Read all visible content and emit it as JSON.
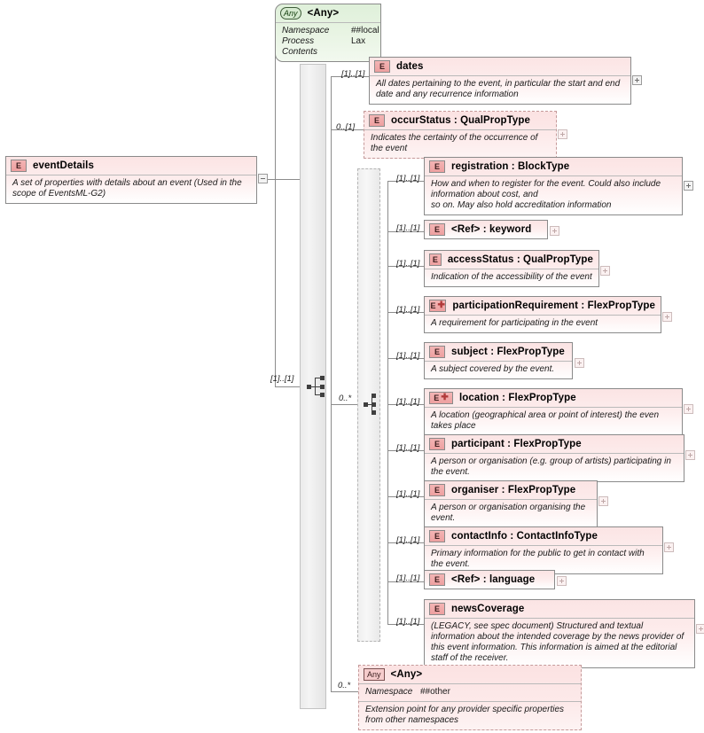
{
  "diagram": {
    "kind": "xml-schema-diagram",
    "root": {
      "badge": "E",
      "name": "eventDetails",
      "annotation": "A set of properties with details about an event (Used in the scope of EventsML-G2)"
    },
    "top_any": {
      "badge": "Any",
      "title": "<Any>",
      "rows": [
        {
          "key": "Namespace",
          "value": "##local"
        },
        {
          "key": "Process Contents",
          "value": "Lax"
        }
      ]
    },
    "sequence_children": [
      {
        "cardinality": "[1]..[1]",
        "badge": "E",
        "name": "dates",
        "annotation": "All dates pertaining to the event, in particular the start and end date and any recurrence information",
        "expander": "plus"
      },
      {
        "cardinality": "0..[1]",
        "badge": "E",
        "name": "occurStatus  :  QualPropType",
        "annotation": "Indicates the certainty of the occurrence of the event",
        "expander": "plus"
      }
    ],
    "choice": {
      "cardinality": "0..*",
      "children": [
        {
          "cardinality": "[1]..[1]",
          "badge": "E",
          "name": "registration  :  BlockType",
          "annotation": "How and when to register for the event. Could also include information about cost, and\nso on. May also hold accreditation information",
          "expander": "plus"
        },
        {
          "cardinality": "[1]..[1]",
          "badge": "E",
          "name": "<Ref>       :  keyword",
          "annotation": "",
          "expander": "plus"
        },
        {
          "cardinality": "[1]..[1]",
          "badge": "E",
          "name": "accessStatus  :  QualPropType",
          "annotation": "Indication of the accessibility of the event",
          "expander": "plus"
        },
        {
          "cardinality": "[1]..[1]",
          "badge": "E+",
          "name": "participationRequirement  :  FlexPropType",
          "annotation": "A requirement for participating in the event",
          "expander": "plus"
        },
        {
          "cardinality": "[1]..[1]",
          "badge": "E",
          "name": "subject     :  FlexPropType",
          "annotation": "A subject covered by the event.",
          "expander": "plus"
        },
        {
          "cardinality": "[1]..[1]",
          "badge": "E+",
          "name": "location   :  FlexPropType",
          "annotation": "A location (geographical area or point of interest) the even takes place",
          "expander": "plus"
        },
        {
          "cardinality": "[1]..[1]",
          "badge": "E",
          "name": "participant  :  FlexPropType",
          "annotation": "A person or organisation (e.g. group of artists) participating in the event.",
          "expander": "plus"
        },
        {
          "cardinality": "[1]..[1]",
          "badge": "E",
          "name": "organiser  :  FlexPropType",
          "annotation": "A person or organisation organising the event.",
          "expander": "plus"
        },
        {
          "cardinality": "[1]..[1]",
          "badge": "E",
          "name": "contactInfo  :  ContactInfoType",
          "annotation": "Primary information for the public to get in contact with the event.",
          "expander": "plus"
        },
        {
          "cardinality": "[1]..[1]",
          "badge": "E",
          "name": "<Ref>      :  language",
          "annotation": "",
          "expander": "plus"
        },
        {
          "cardinality": "[1]..[1]",
          "badge": "E",
          "name": "newsCoverage",
          "annotation": "(LEGACY, see spec document) Structured and textual information about the intended coverage by the news provider of this event information. This information is aimed at the editorial staff of the receiver.",
          "expander": "plus"
        }
      ]
    },
    "bottom_any": {
      "cardinality": "0..*",
      "badge": "Any",
      "title": "<Any>",
      "rows": [
        {
          "key": "Namespace",
          "value": "##other"
        }
      ],
      "annotation": "Extension point for any provider specific properties from other namespaces"
    },
    "root_sequence_cardinality": "[1]..[1]",
    "colors": {
      "element_fill": "#fbe4e4",
      "element_border": "#8a8a8a",
      "any_fill": "#dff0da",
      "badge_fill": "#f3b4b4",
      "line": "#8c8c8c",
      "group_bar": "#ebebeb"
    }
  }
}
